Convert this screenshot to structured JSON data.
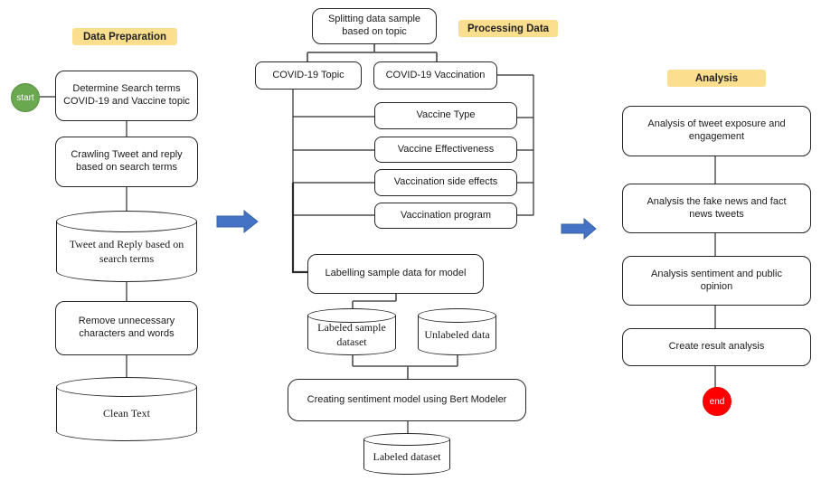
{
  "section_labels": {
    "data_preparation": "Data Preparation",
    "processing_data": "Processing Data",
    "analysis": "Analysis"
  },
  "terminators": {
    "start": "start",
    "end": "end"
  },
  "left_column": {
    "determine": "Determine Search terms COVID-19 and Vaccine topic",
    "crawling": "Crawling Tweet and reply based on search terms",
    "tweet_db": "Tweet and Reply based on search terms",
    "remove": "Remove unnecessary characters and words",
    "clean_db": "Clean Text"
  },
  "middle_column": {
    "splitting": "Splitting data sample based on topic",
    "covid_topic": "COVID-19 Topic",
    "covid_vaccination": "COVID-19 Vaccination",
    "vaccine_type": "Vaccine Type",
    "vaccine_effectiveness": "Vaccine Effectiveness",
    "vaccination_side_effects": "Vaccination side effects",
    "vaccination_program": "Vaccination program",
    "labelling": "Labelling sample data for model",
    "labeled_sample_db": "Labeled sample dataset",
    "unlabeled_db": "Unlabeled data",
    "creating_model": "Creating sentiment model using Bert Modeler",
    "labeled_db": "Labeled dataset"
  },
  "right_column": {
    "exposure": "Analysis of tweet exposure and engagement",
    "fake_news": "Analysis the fake news and fact news tweets",
    "sentiment": "Analysis sentiment and public opinion",
    "create_result": "Create result analysis"
  },
  "colors": {
    "label_background": "#FBDF8E",
    "start_green": "#69A84F",
    "end_red": "#FF0000",
    "arrow_blue": "#4472C4",
    "shape_border": "#262626"
  }
}
